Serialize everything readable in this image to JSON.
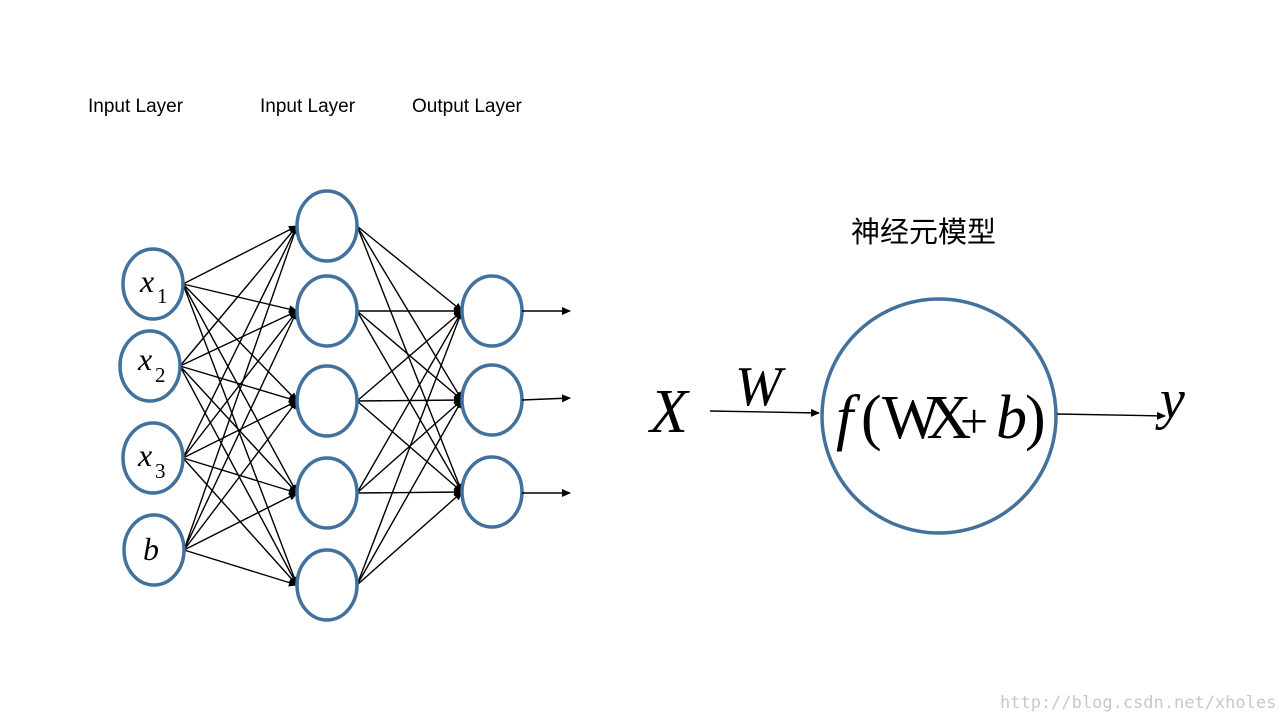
{
  "network": {
    "layer_labels": [
      "Input Layer",
      "Input Layer",
      "Output Layer"
    ],
    "inputs": [
      {
        "sym": "x",
        "sub": "1"
      },
      {
        "sym": "x",
        "sub": "2"
      },
      {
        "sym": "x",
        "sub": "3"
      },
      {
        "sym": "b",
        "sub": ""
      }
    ],
    "hidden_count": 5,
    "output_count": 3
  },
  "neuron": {
    "title": "神经元模型",
    "input_symbol": "X",
    "weight_symbol": "W",
    "function": {
      "f": "f",
      "open": "(",
      "wx": "WX",
      "plus": "+",
      "b": "b",
      "close": ")"
    },
    "output_symbol": "y"
  },
  "colors": {
    "node_stroke": "#41719c",
    "edge": "#000000",
    "watermark": "#c8c8c8"
  },
  "watermark": "http://blog.csdn.net/xholes"
}
